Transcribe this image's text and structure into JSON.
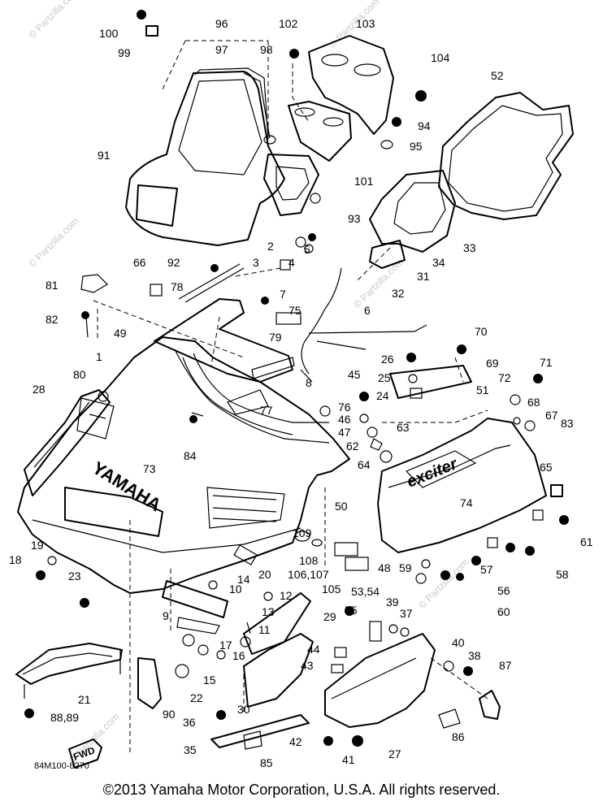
{
  "diagram": {
    "catalog_number": "84M100-8270",
    "brand_text": "YAMAHA",
    "model_text": "exciter",
    "fwd_label": "FWD",
    "watermarks": [
      "© Partzilla.com",
      "© Partzilla.com",
      "© Partzilla.com",
      "© Partzilla.com",
      "© Partzilla.com",
      "© Partzilla.com"
    ],
    "callouts": [
      "100",
      "99",
      "96",
      "97",
      "98",
      "102",
      "103",
      "104",
      "52",
      "94",
      "95",
      "91",
      "101",
      "93",
      "33",
      "34",
      "31",
      "32",
      "92",
      "2",
      "5",
      "3",
      "4",
      "66",
      "81",
      "78",
      "7",
      "75",
      "6",
      "82",
      "49",
      "79",
      "70",
      "1",
      "69",
      "71",
      "26",
      "72",
      "25",
      "68",
      "24",
      "45",
      "67",
      "83",
      "51",
      "8",
      "80",
      "76",
      "28",
      "77",
      "46",
      "63",
      "47",
      "62",
      "84",
      "64",
      "65",
      "73",
      "74",
      "50",
      "109",
      "108",
      "106,107",
      "105",
      "48",
      "59",
      "61",
      "18",
      "19",
      "20",
      "57",
      "56",
      "58",
      "14",
      "60",
      "10",
      "23",
      "12",
      "53,54",
      "55",
      "39",
      "37",
      "29",
      "13",
      "11",
      "9",
      "17",
      "16",
      "40",
      "38",
      "44",
      "43",
      "87",
      "15",
      "22",
      "21",
      "88,89",
      "90",
      "36",
      "30",
      "86",
      "42",
      "41",
      "27",
      "35",
      "85"
    ]
  },
  "copyright": "©2013 Yamaha Motor Corporation, U.S.A. All rights reserved."
}
